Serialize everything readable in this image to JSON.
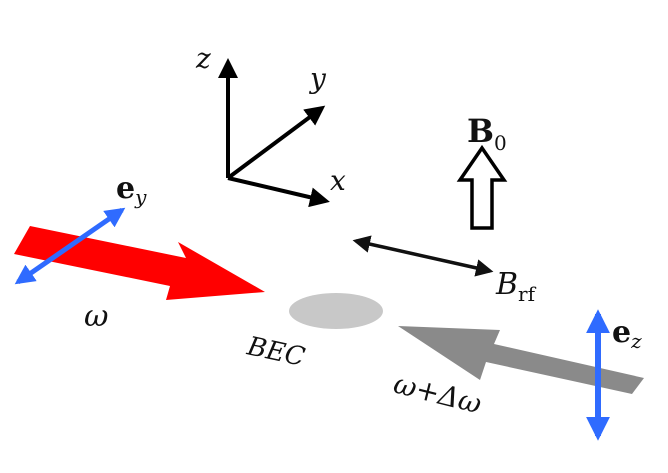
{
  "axes": {
    "z": "z",
    "y": "y",
    "x": "x"
  },
  "field": {
    "b0_main": "B",
    "b0_sub": "0",
    "brf_main": "B",
    "brf_sub": "rf"
  },
  "polarization": {
    "ey_main": "e",
    "ey_sub": "y",
    "ez_main": "e",
    "ez_sub": "z"
  },
  "beams": {
    "left_freq": "ω",
    "right_freq": "ω+Δω"
  },
  "atoms": {
    "label": "BEC"
  },
  "colors": {
    "red_beam": "#ff0000",
    "gray_beam": "#8a8a8a",
    "bec_cloud": "#c8c8c8",
    "polarization_arrow": "#2f6bff",
    "axis_arrow": "#000000"
  }
}
